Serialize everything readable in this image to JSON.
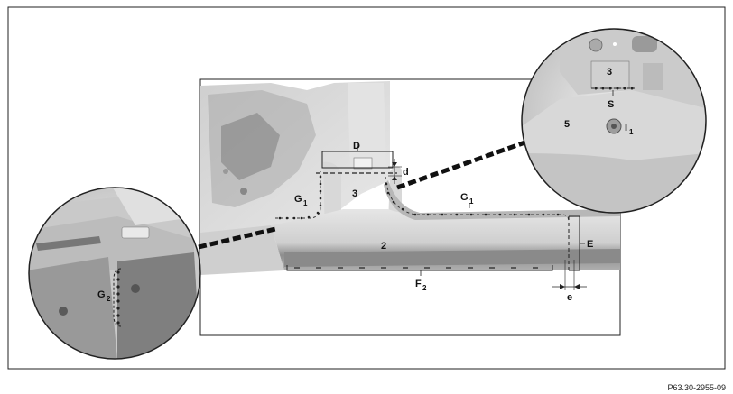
{
  "labels": {
    "D": "D",
    "d": "d",
    "three_main": "3",
    "G1_left": "G",
    "G1_left_sub": "1",
    "G1_right": "G",
    "G1_right_sub": "1",
    "two": "2",
    "E": "E",
    "F2": "F",
    "F2_sub": "2",
    "e": "e",
    "G2": "G",
    "G2_sub": "2",
    "three_zoom": "3",
    "S": "S",
    "five": "5",
    "I1": "I",
    "I1_sub": "1"
  },
  "figure_code": "P63.30-2955-09",
  "colors": {
    "frame": "#222222",
    "panel_light": "#dcdcdc",
    "panel_mid": "#bdbdbd",
    "panel_dark": "#8c8c8c",
    "weld_dot": "#222222"
  }
}
